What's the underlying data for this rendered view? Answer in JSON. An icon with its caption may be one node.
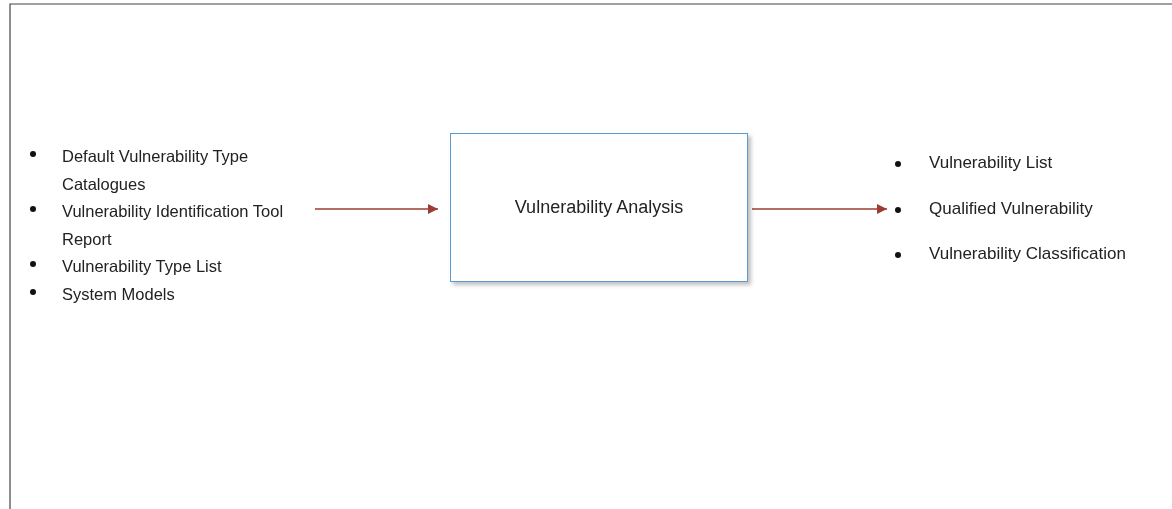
{
  "diagram": {
    "nodes": [
      {
        "text": [
          "Default Vulnerability Type Catalogues",
          "Vulnerability Identification Tool Report",
          "Vulnerability Type List",
          "System Models"
        ]
      },
      {
        "text": [
          "Vulnerability Analysis"
        ]
      },
      {
        "text": [
          "Vulnerability List",
          "Qualified Vulnerability",
          "Vulnerability Classification"
        ]
      }
    ],
    "edges": [
      {
        "from": 0,
        "to": 1,
        "arrow": "to"
      },
      {
        "from": 1,
        "to": 2,
        "arrow": "to"
      }
    ]
  }
}
